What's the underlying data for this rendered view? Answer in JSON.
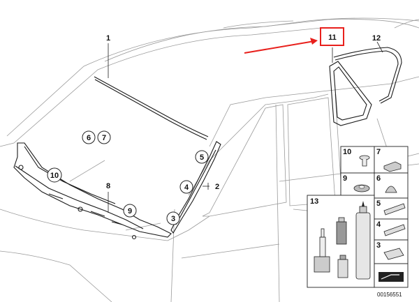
{
  "callouts": {
    "c1": "1",
    "c2": "2",
    "c3": "3",
    "c4": "4",
    "c5": "5",
    "c6": "6",
    "c7": "7",
    "c8": "8",
    "c9": "9",
    "c10": "10",
    "c11": "11",
    "c12": "12"
  },
  "grid_labels": {
    "g10": "10",
    "g7": "7",
    "g9": "9",
    "g6": "6",
    "g13": "13",
    "g5": "5",
    "g4": "4",
    "g3": "3"
  },
  "document_number": "00156551",
  "highlight_color": "#e8201c"
}
